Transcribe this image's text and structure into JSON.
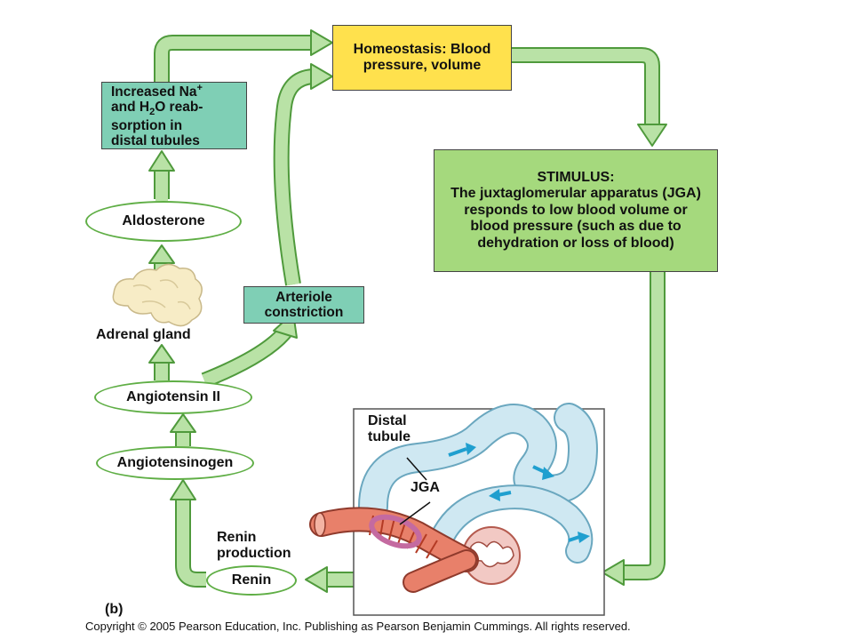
{
  "boxes": {
    "homeostasis": "Homeostasis: Blood pressure, volume",
    "stimulus_title": "STIMULUS:",
    "stimulus_body": "The juxtaglomerular apparatus (JGA) responds to low blood volume or blood pressure (such as due to dehydration or loss of blood)",
    "sodium_line1": "Increased Na+",
    "sodium_line2": "and H2O reab-",
    "sodium_line3": "sorption in",
    "sodium_line4": "distal tubules",
    "arteriole": "Arteriole constriction"
  },
  "ovals": {
    "aldosterone": "Aldosterone",
    "angiotensin2": "Angiotensin II",
    "angiotensinogen": "Angiotensinogen",
    "renin": "Renin"
  },
  "labels": {
    "adrenal": "Adrenal gland",
    "renin_production": "Renin production",
    "distal_tubule": "Distal tubule",
    "jga": "JGA"
  },
  "figure_tag": "(b)",
  "copyright": "Copyright © 2005 Pearson Education, Inc. Publishing as Pearson Benjamin Cummings. All rights reserved.",
  "colors": {
    "arrow_fill": "#b9e2a6",
    "arrow_stroke": "#4f9a3c",
    "teal_box": "#7fcfb5",
    "yellow_box": "#ffe14d",
    "stimulus_box": "#a5d97d",
    "tubule": "#cfe8f2",
    "arteriole": "#e8806a"
  }
}
